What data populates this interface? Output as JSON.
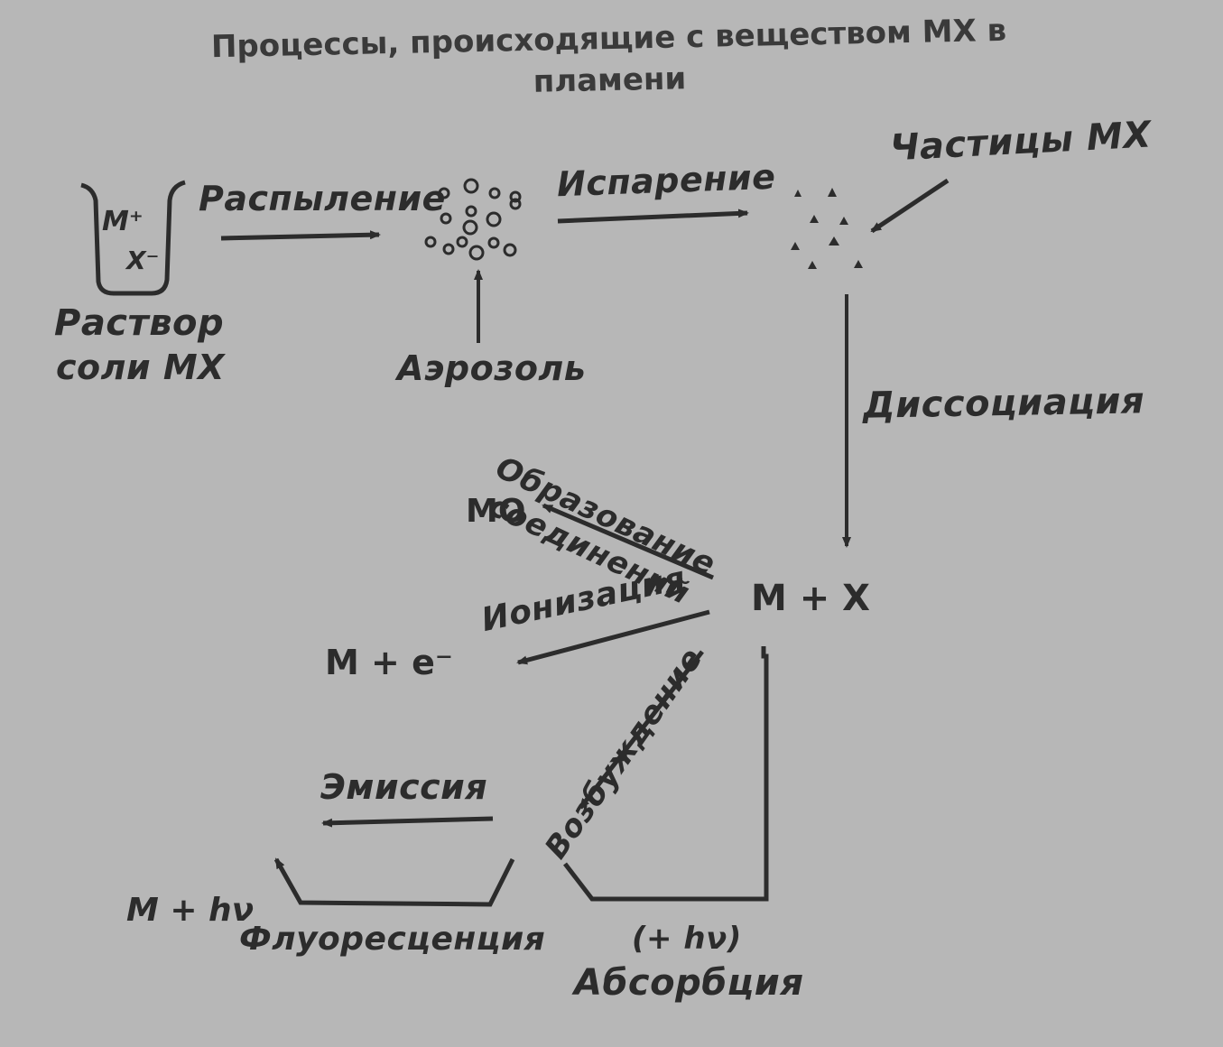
{
  "title": {
    "line1": "Процессы, происходящие с веществом МХ в",
    "line2": "пламени"
  },
  "beaker": {
    "ion_plus": "M⁺",
    "ion_minus": "X⁻",
    "caption_line1": "Раствор",
    "caption_line2": "соли МХ"
  },
  "processes": {
    "spraying": "Распыление",
    "evaporation": "Испарение",
    "dissociation": "Диссоциация",
    "compound_formation_line1": "Образование",
    "compound_formation_line2": "соединений",
    "ionization": "Ионизация",
    "excitation": "Возбуждение",
    "emission": "Эмиссия",
    "fluorescence": "Флуоресценция",
    "absorption": "Абсорбция",
    "absorption_photon": "(+ hν)"
  },
  "species": {
    "aerosol": "Аэрозоль",
    "particles": "Частицы МХ",
    "atoms": "M + X",
    "oxide": "MO",
    "ion": "M + e⁻",
    "fluorescence_product": "M + hν"
  },
  "colors": {
    "background": "#b7b7b7",
    "ink": "#2c2c2c"
  }
}
